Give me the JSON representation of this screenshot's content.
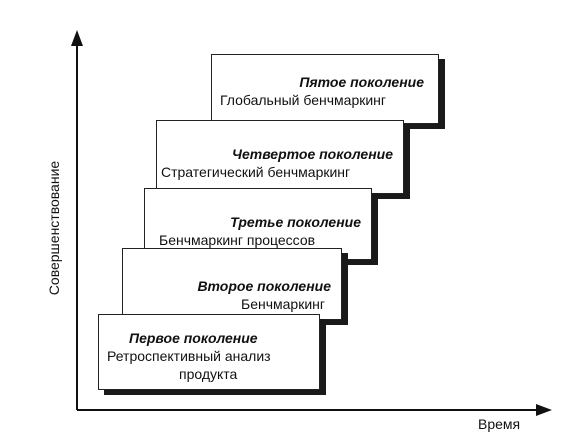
{
  "axes": {
    "y_label": "Совершенствование",
    "x_label": "Время"
  },
  "generations": [
    {
      "title": "Первое поколение",
      "description": [
        "Ретроспективный анализ",
        "продукта"
      ]
    },
    {
      "title": "Второе поколение",
      "description": [
        "Бенчмаркинг"
      ]
    },
    {
      "title": "Третье поколение",
      "description": [
        "Бенчмаркинг процессов"
      ]
    },
    {
      "title": "Четвертое поколение",
      "description": [
        "Стратегический бенчмаркинг"
      ]
    },
    {
      "title": "Пятое поколение",
      "description": [
        "Глобальный бенчмаркинг"
      ]
    }
  ]
}
